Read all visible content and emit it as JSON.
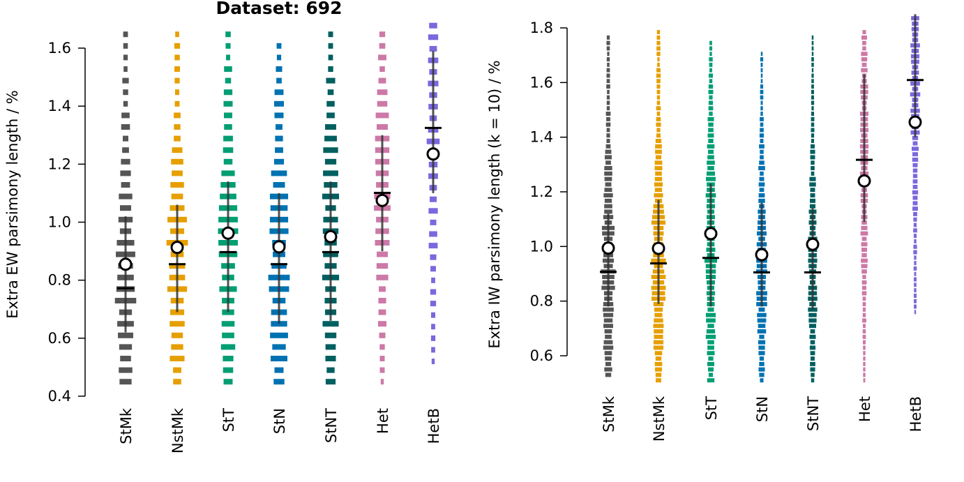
{
  "chart_data": [
    {
      "type": "strip",
      "title": "Dataset: 692",
      "ylabel": "Extra EW parsimony length / %",
      "ylim": [
        0.4,
        1.6
      ],
      "yticks": [
        "0.4",
        "0.6",
        "0.8",
        "1.0",
        "1.2",
        "1.4",
        "1.6"
      ],
      "categories": [
        "StMk",
        "NstMk",
        "StT",
        "StN",
        "StNT",
        "Het",
        "HetB"
      ],
      "colors": [
        "#555555",
        "#E69F00",
        "#009E73",
        "#0072B2",
        "#005F5F",
        "#CC79A7",
        "#7B68DD"
      ],
      "means": [
        0.855,
        0.913,
        0.962,
        0.915,
        0.95,
        1.075,
        1.235
      ],
      "medians": [
        0.772,
        0.855,
        0.897,
        0.855,
        0.897,
        1.101,
        1.325
      ],
      "ci_low": [
        0.62,
        0.69,
        0.69,
        0.65,
        0.66,
        0.9,
        1.1
      ],
      "ci_high": [
        1.02,
        1.06,
        1.14,
        1.1,
        1.14,
        1.3,
        1.59
      ],
      "data_min": [
        0.45,
        0.45,
        0.45,
        0.45,
        0.45,
        0.45,
        0.52
      ],
      "data_max": [
        1.68,
        1.68,
        1.68,
        1.64,
        1.68,
        1.68,
        1.68
      ],
      "widths": [
        0.6,
        0.6,
        0.55,
        0.6,
        0.55,
        0.45,
        0.35
      ]
    },
    {
      "type": "strip",
      "title": "",
      "ylabel": "Extra IW parsimony length (k = 10) / %",
      "ylim": [
        0.6,
        1.8
      ],
      "yticks": [
        "0.6",
        "0.8",
        "1.0",
        "1.2",
        "1.4",
        "1.6",
        "1.8"
      ],
      "categories": [
        "StMk",
        "NstMk",
        "StT",
        "StN",
        "StNT",
        "Het",
        "HetB"
      ],
      "colors": [
        "#555555",
        "#E69F00",
        "#009E73",
        "#0072B2",
        "#005F5F",
        "#CC79A7",
        "#7B68DD"
      ],
      "means": [
        0.994,
        0.993,
        1.047,
        0.97,
        1.008,
        1.24,
        1.455
      ],
      "medians": [
        0.907,
        0.938,
        0.958,
        0.905,
        0.905,
        1.317,
        1.609
      ],
      "ci_low": [
        0.78,
        0.79,
        0.78,
        0.78,
        0.77,
        1.09,
        1.4
      ],
      "ci_high": [
        1.12,
        1.17,
        1.23,
        1.16,
        1.14,
        1.63,
        1.85
      ],
      "data_min": [
        0.53,
        0.51,
        0.51,
        0.51,
        0.51,
        0.51,
        0.76
      ],
      "data_max": [
        1.78,
        1.79,
        1.76,
        1.72,
        1.78,
        1.79,
        1.85
      ],
      "widths": [
        0.6,
        0.6,
        0.5,
        0.45,
        0.4,
        0.35,
        0.4
      ]
    }
  ]
}
